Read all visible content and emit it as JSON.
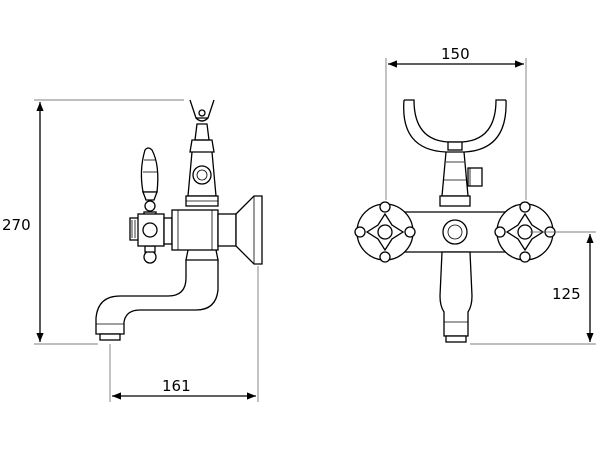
{
  "dimensions": {
    "height": "270",
    "projection": "161",
    "centers": "150",
    "outlet_height": "125"
  }
}
